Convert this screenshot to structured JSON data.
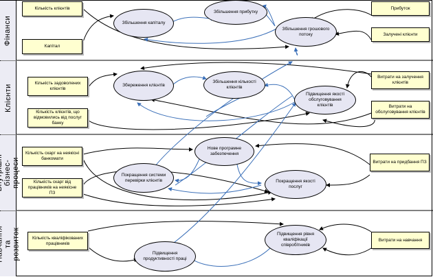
{
  "lanes": [
    {
      "id": "finance",
      "label": "Фінанси"
    },
    {
      "id": "clients",
      "label": "Клієнти"
    },
    {
      "id": "processes",
      "label": "Внутрішні бізнес-процеси"
    },
    {
      "id": "learning",
      "label": "Навчання та розвиток"
    }
  ],
  "indicators": {
    "finance_clients_count": "Кількість клієнтів",
    "finance_capital": "Капітал",
    "finance_profit": "Прибуток",
    "finance_attracted_clients": "Залучені клієнти",
    "clients_satisfied": "Кількість задоволених клієнтів",
    "clients_refused": "Кількість клієнтів, що відмовились від послуг банку",
    "clients_attraction_costs": "Витрати на залучення клієнтів",
    "clients_service_costs": "Витрати на обслуговування клієнтів",
    "proc_complaints_cards": "Кількість скарг на неякісні банкомати",
    "proc_complaints_software": "Кількість скарг від працівників на неякісне ПЗ",
    "proc_software_costs": "Витрати на придбання ПЗ",
    "learn_qualified_staff": "Кількість кваліфікованих працівників",
    "learn_training_costs": "Витрати на навчання"
  },
  "goals": {
    "capital_growth": "Збільшення капіталу",
    "profit_growth": "Збільшення прибутку",
    "cashflow_growth": "Збільшення грошового потоку",
    "client_retention": "Збереження клієнтів",
    "client_count_growth": "Збільшення кількості клієнтів",
    "service_quality": "Підвищення якості обслуговування клієнтів",
    "new_software": "Нове програмне забезпечення",
    "client_check_system": "Покращення системи перевірки клієнтів",
    "service_quality_proc": "Покращення якості послуг",
    "productivity": "Підвищення продуктивності праці",
    "qualification": "Підвищення рівня кваліфікації співробітників"
  },
  "colors": {
    "indicator_fill": "#ffffd0",
    "goal_fill": "#e6e6f3",
    "causal_link": "#000000",
    "goal_link": "#3a6fb8"
  }
}
